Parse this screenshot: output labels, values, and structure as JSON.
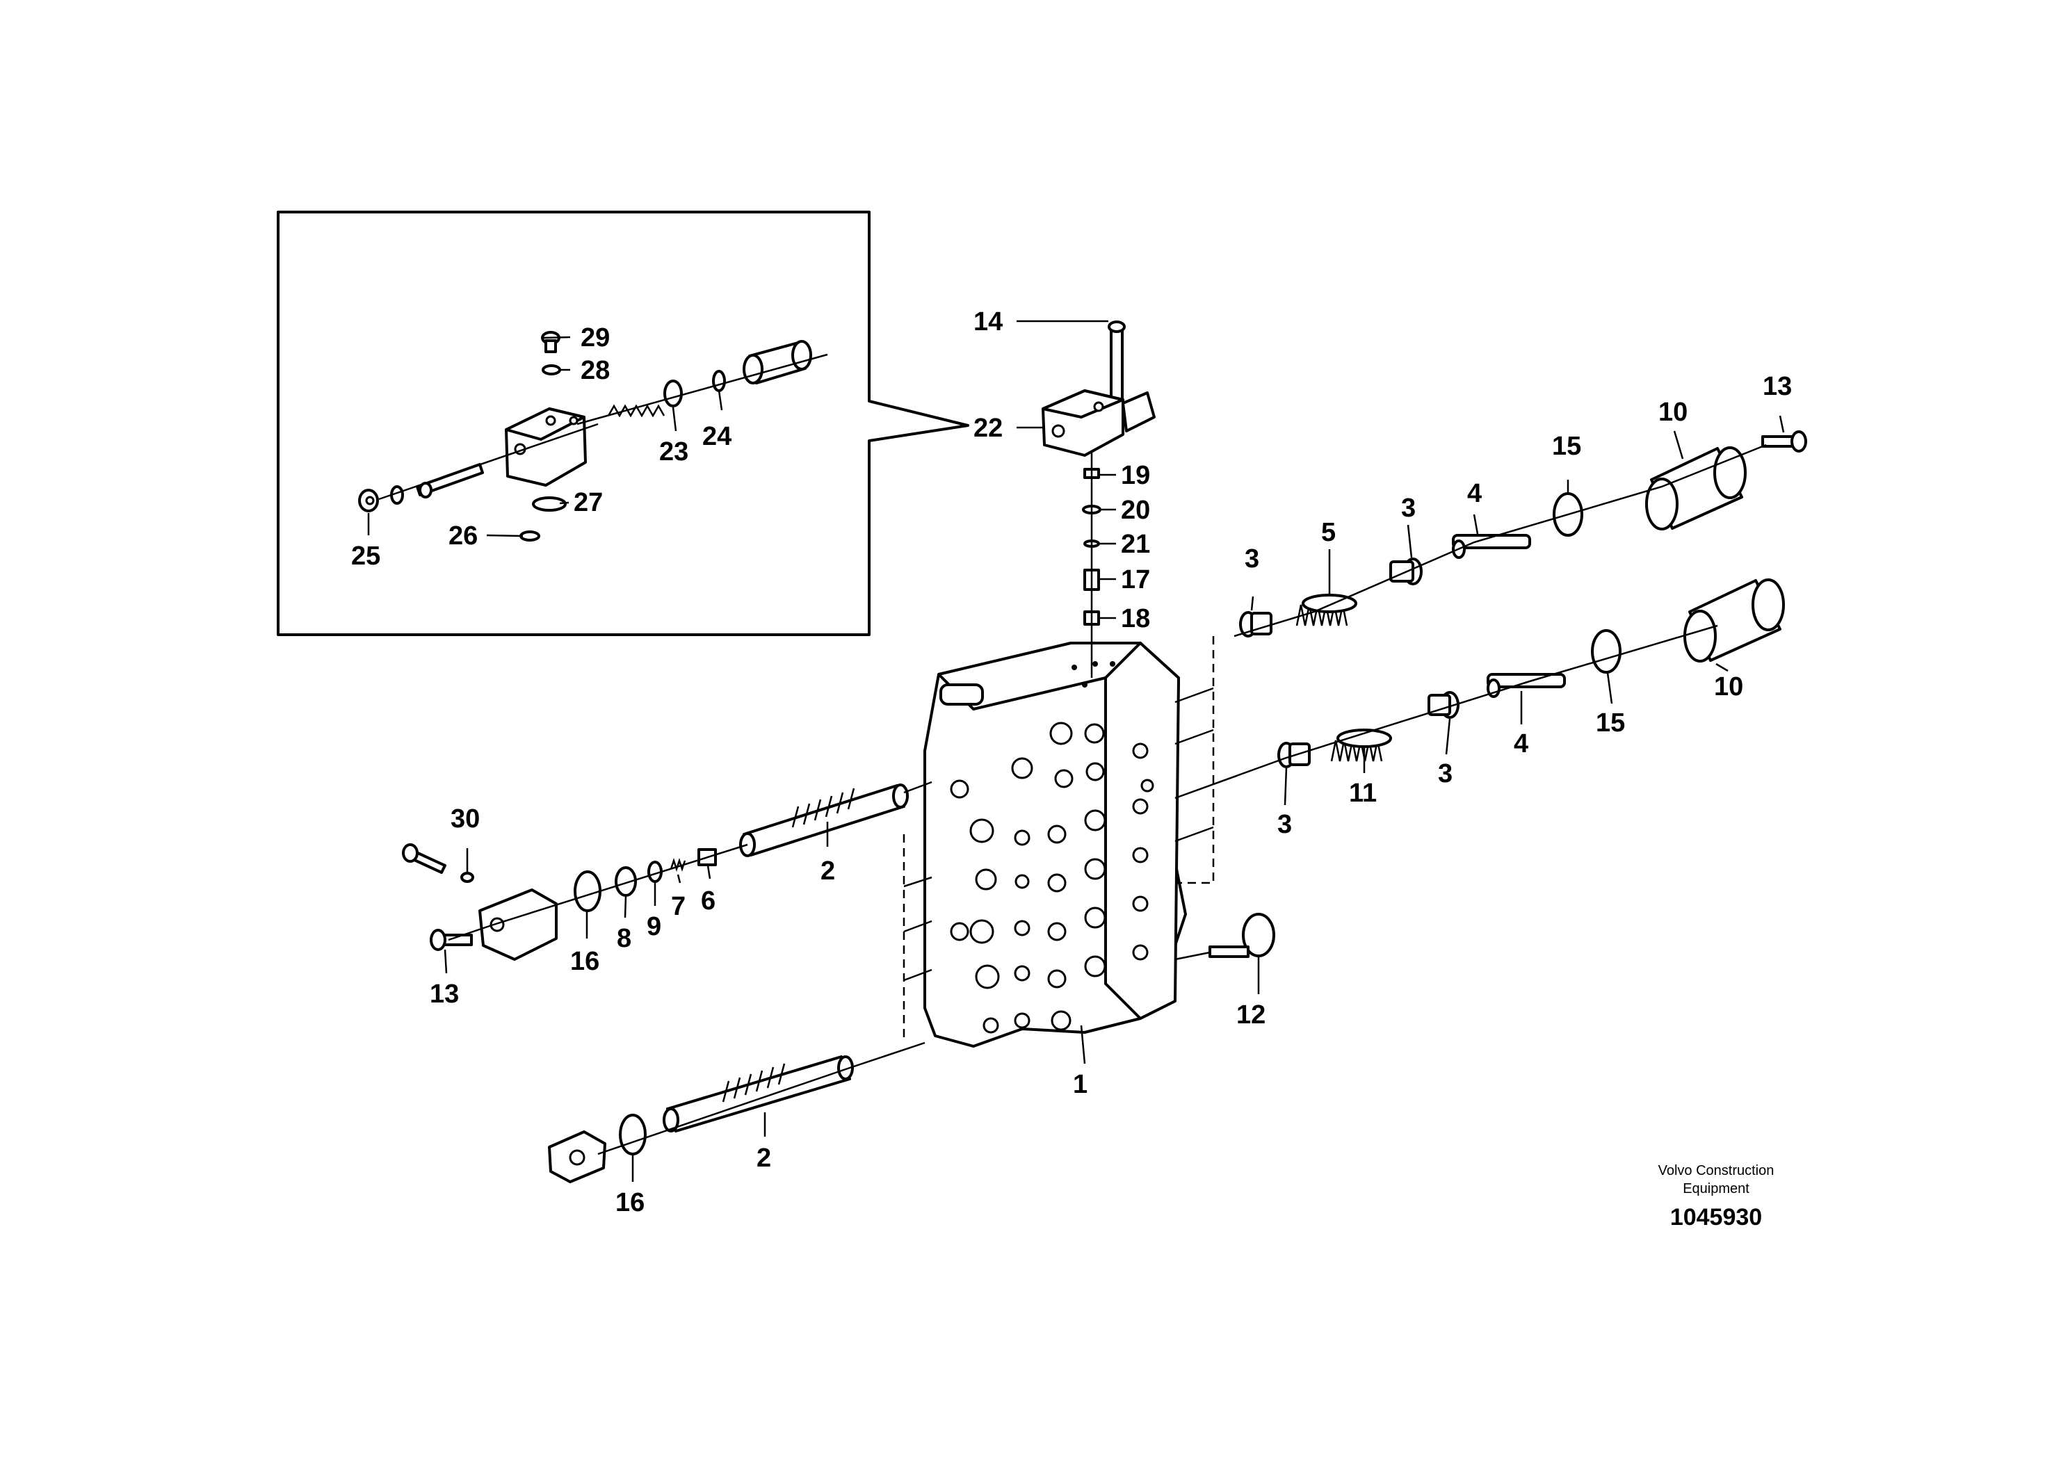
{
  "callouts": {
    "c1": "1",
    "c2a": "2",
    "c2b": "2",
    "c3a": "3",
    "c3b": "3",
    "c3c": "3",
    "c3d": "3",
    "c4a": "4",
    "c4b": "4",
    "c5": "5",
    "c6": "6",
    "c7": "7",
    "c8": "8",
    "c9": "9",
    "c10a": "10",
    "c10b": "10",
    "c11": "11",
    "c12": "12",
    "c13a": "13",
    "c13b": "13",
    "c14": "14",
    "c15a": "15",
    "c15b": "15",
    "c16a": "16",
    "c16b": "16",
    "c17": "17",
    "c18": "18",
    "c19": "19",
    "c20": "20",
    "c21": "21",
    "c22": "22",
    "c23": "23",
    "c24": "24",
    "c25": "25",
    "c26": "26",
    "c27": "27",
    "c28": "28",
    "c29": "29",
    "c30": "30"
  },
  "footer": {
    "brand_line1": "Volvo Construction",
    "brand_line2": "Equipment",
    "document_number": "1045930"
  }
}
